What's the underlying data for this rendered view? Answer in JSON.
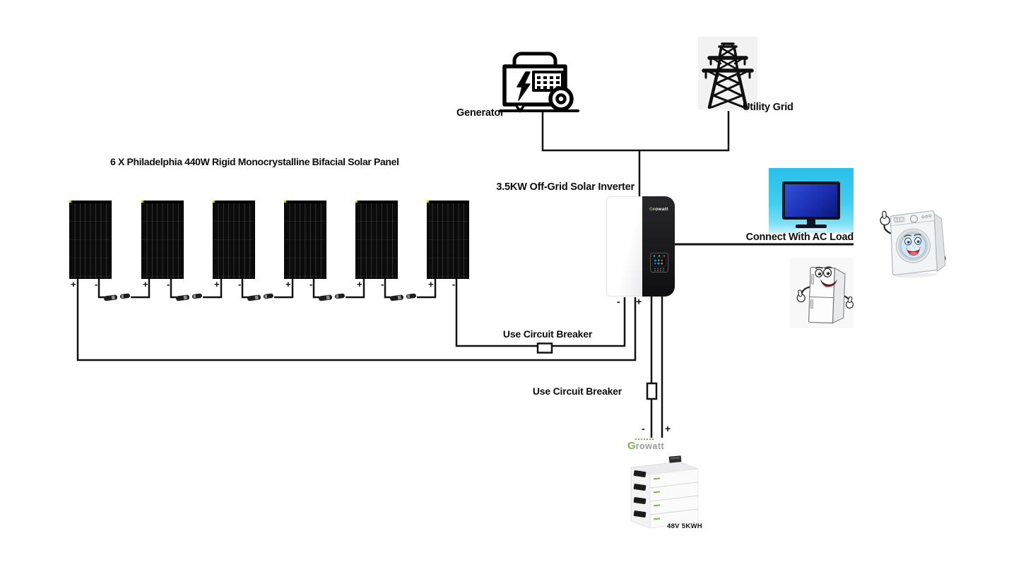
{
  "generator": {
    "label": "Generator"
  },
  "utility_grid": {
    "label": "Utility Grid"
  },
  "solar_array": {
    "title": "6 X Philadelphia 440W Rigid Monocrystalline Bifacial Solar Panel",
    "panel_count": 6,
    "plus": "+",
    "minus": "-"
  },
  "inverter": {
    "label": "3.5KW Off-Grid Solar Inverter",
    "brand_initial": "G",
    "brand_rest": "rowatt",
    "pv_minus": "-",
    "pv_plus": "+"
  },
  "ac_load": {
    "label": "Connect With AC Load"
  },
  "breakers": {
    "pv": {
      "label": "Use Circuit Breaker"
    },
    "battery": {
      "label": "Use Circuit Breaker"
    }
  },
  "battery": {
    "brand_initial": "G",
    "brand_rest": "rowatt",
    "capacity": "48V 5KWH",
    "minus": "-",
    "plus": "+"
  },
  "colors": {
    "wire": "#111111",
    "growatt_green": "#7ab648",
    "tv_background": "#35c3ea"
  }
}
